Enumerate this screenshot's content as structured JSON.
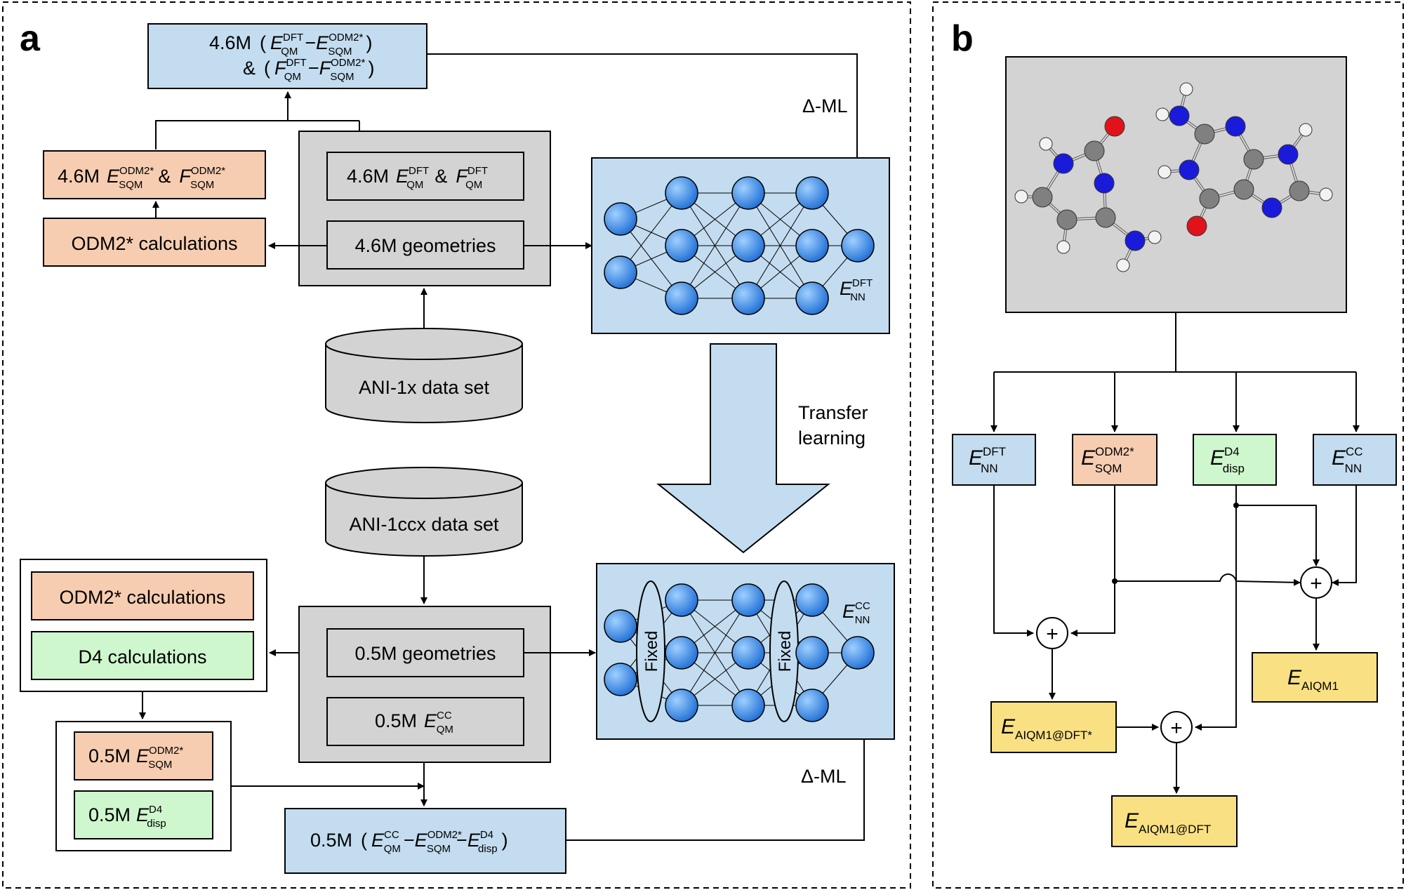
{
  "panels": {
    "a": {
      "label": "a"
    },
    "b": {
      "label": "b"
    }
  },
  "colors": {
    "blue_fill": "#c3dcef",
    "orange_fill": "#f7cdb1",
    "green_fill": "#cef7cd",
    "yellow_fill": "#f9e183",
    "gray_fill": "#d3d3d3",
    "node_blue": "#3d8fe8",
    "atom_c": "#808080",
    "atom_n": "#1a1adb",
    "atom_o": "#e0131b",
    "atom_h": "#f2f2f2"
  },
  "panel_a": {
    "top_delta": {
      "prefix": "4.6M",
      "amp": "&"
    },
    "odm2_result": {
      "prefix": "4.6M",
      "amp": "&"
    },
    "odm2_calc_top": "ODM2* calculations",
    "dft_data": {
      "prefix": "4.6M",
      "amp": "&"
    },
    "geometries_top": "4.6M geometries",
    "ani1x": "ANI-1x data set",
    "ani1ccx": "ANI-1ccx data set",
    "delta_ml_top": "Δ-ML",
    "transfer": [
      "Transfer",
      "learning"
    ],
    "odm2_calc_bottom": "ODM2* calculations",
    "d4_calc": "D4 calculations",
    "geometries_bottom": "0.5M geometries",
    "cc_data": {
      "prefix": "0.5M"
    },
    "sqm_result": {
      "prefix": "0.5M"
    },
    "disp_result": {
      "prefix": "0.5M"
    },
    "bottom_delta": {
      "prefix": "0.5M"
    },
    "delta_ml_bottom": "Δ-ML",
    "fixed_1": "Fixed",
    "fixed_2": "Fixed"
  },
  "symbols": {
    "E": "E",
    "F": "F",
    "sub_QM": "QM",
    "sub_SQM": "SQM",
    "sub_NN": "NN",
    "sub_disp": "disp",
    "sup_DFT": "DFT",
    "sup_ODM2": "ODM2*",
    "sup_CC": "CC",
    "sup_D4": "D4",
    "sub_AIQM1": "AIQM1",
    "sub_AIQM1_DFT_star": "AIQM1@DFT*",
    "sub_AIQM1_DFT": "AIQM1@DFT",
    "plus": "+"
  }
}
